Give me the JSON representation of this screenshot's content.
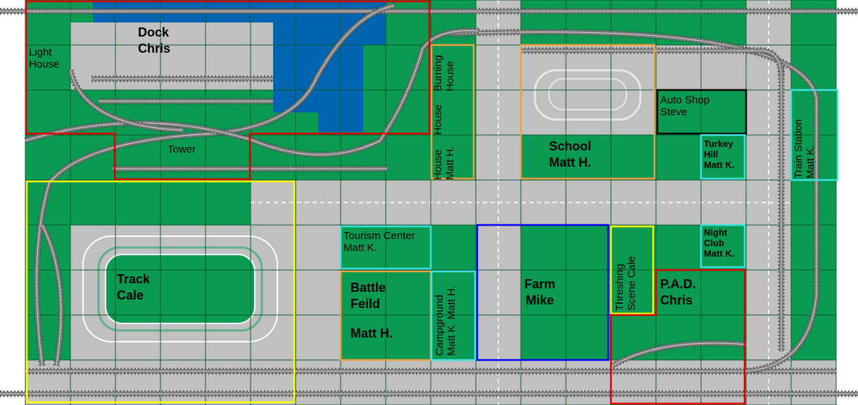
{
  "colors": {
    "grass": "#0a9a52",
    "grid": "#0b5a2a",
    "road": "#c0c0c0",
    "water": "#0064b0",
    "rail": "#7a7a7a",
    "sleeper": "#4a4a4a",
    "border_red": "#e00000",
    "border_orange": "#f0a040",
    "border_yellow": "#ffff00",
    "border_cyan": "#40e0e0",
    "border_blue": "#0000ff",
    "border_black": "#000000"
  },
  "zones": {
    "dock": {
      "lines": [
        "Dock",
        "Chris"
      ]
    },
    "light_house": {
      "lines": [
        "Light",
        "House"
      ]
    },
    "tower": {
      "lines": [
        "Tower"
      ]
    },
    "burning_house": {
      "lines": [
        "Burning",
        "House"
      ]
    },
    "house": {
      "lines": [
        "House"
      ]
    },
    "house_matt": {
      "lines": [
        "House",
        "Matt H."
      ]
    },
    "school": {
      "lines": [
        "School",
        "Matt H."
      ]
    },
    "auto_shop": {
      "lines": [
        "Auto Shop",
        "Steve"
      ]
    },
    "turkey_hill": {
      "lines": [
        "Turkey",
        "Hill",
        "Matt K."
      ]
    },
    "train_station": {
      "lines": [
        "Train Station",
        "Matt K."
      ]
    },
    "track": {
      "lines": [
        "Track",
        "Cale"
      ]
    },
    "tourism_center": {
      "lines": [
        "Tourism Center",
        "Matt K."
      ]
    },
    "battle_field": {
      "lines": [
        "Battle",
        "Feild"
      ],
      "owner": "Matt H."
    },
    "campground": {
      "lines": [
        "Campground",
        "Matt K. Matt H."
      ]
    },
    "farm": {
      "lines": [
        "Farm",
        "Mike"
      ]
    },
    "threshing": {
      "lines": [
        "Threshing",
        "Scene Cale"
      ]
    },
    "night_club": {
      "lines": [
        "Night",
        "Club",
        "Matt K."
      ]
    },
    "pad": {
      "lines": [
        "P.A.D.",
        "Chris"
      ]
    }
  }
}
